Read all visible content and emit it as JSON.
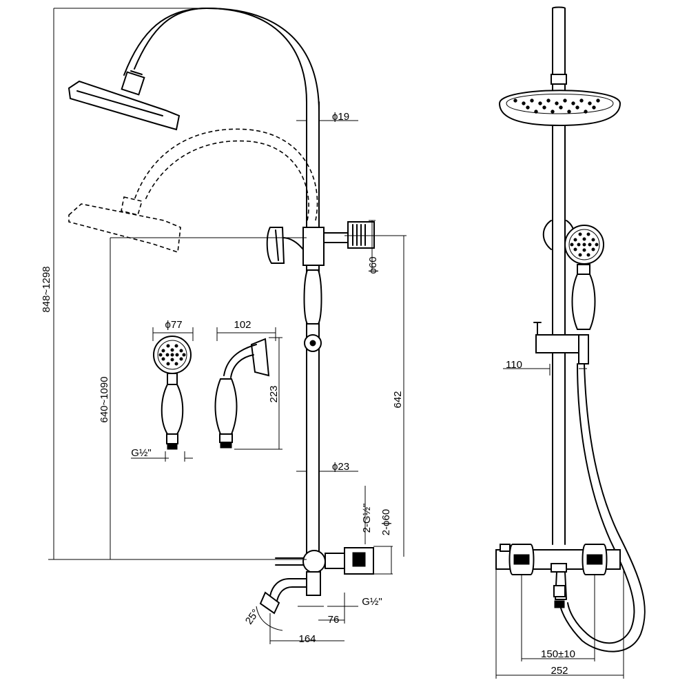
{
  "dimensions": {
    "total_height": "848~1298",
    "head_height": "640~1090",
    "pipe_diameter_top": "ϕ19",
    "pipe_diameter_bottom": "ϕ23",
    "bracket_diameter": "ϕ60",
    "bracket_height": "642",
    "handset_head_diameter": "ϕ77",
    "handset_width": "102",
    "handset_length": "223",
    "handset_thread": "G½\"",
    "inlet_thread_count": "2-G½\"",
    "inlet_cover_diameter": "2-ϕ60",
    "spout_thread": "G½\"",
    "spout_angle": "25°",
    "spout_offset": "76",
    "spout_projection": "164",
    "slider_offset": "110",
    "inlet_centres": "150±10",
    "mixer_width": "252"
  }
}
